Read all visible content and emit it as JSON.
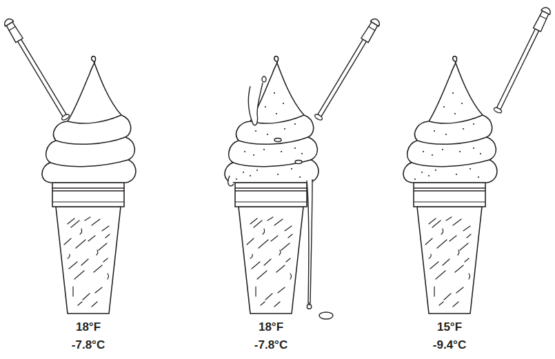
{
  "diagram": {
    "labels": [
      "18°F",
      "-7.8°C",
      "18°F",
      "-7.8°C",
      "15°F",
      "-9.4°C"
    ]
  }
}
